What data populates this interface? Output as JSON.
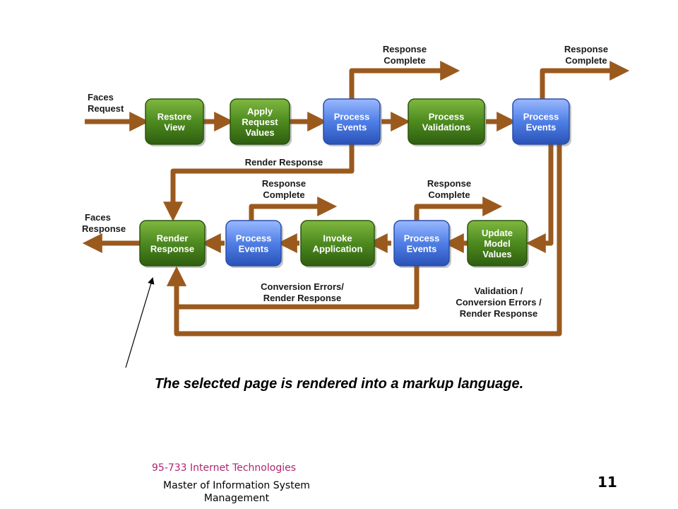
{
  "diagram": {
    "boxes": [
      {
        "id": "restore-view",
        "lines": [
          "Restore",
          "View"
        ],
        "color": "green"
      },
      {
        "id": "apply-request-values",
        "lines": [
          "Apply",
          "Request",
          "Values"
        ],
        "color": "green"
      },
      {
        "id": "process-events-1",
        "lines": [
          "Process",
          "Events"
        ],
        "color": "blue"
      },
      {
        "id": "process-validations",
        "lines": [
          "Process",
          "Validations"
        ],
        "color": "green"
      },
      {
        "id": "process-events-2",
        "lines": [
          "Process",
          "Events"
        ],
        "color": "blue"
      },
      {
        "id": "render-response",
        "lines": [
          "Render",
          "Response"
        ],
        "color": "green"
      },
      {
        "id": "process-events-3",
        "lines": [
          "Process",
          "Events"
        ],
        "color": "blue"
      },
      {
        "id": "invoke-application",
        "lines": [
          "Invoke",
          "Application"
        ],
        "color": "green"
      },
      {
        "id": "process-events-4",
        "lines": [
          "Process",
          "Events"
        ],
        "color": "blue"
      },
      {
        "id": "update-model-values",
        "lines": [
          "Update",
          "Model",
          "Values"
        ],
        "color": "green"
      }
    ],
    "labels": {
      "faces_request": [
        "Faces",
        "Request"
      ],
      "faces_response": [
        "Faces",
        "Response"
      ],
      "response_complete": [
        "Response",
        "Complete"
      ],
      "render_response": "Render Response",
      "conversion_errors": [
        "Conversion Errors/",
        "Render Response"
      ],
      "validation_errors": [
        "Validation /",
        "Conversion Errors /",
        "Render Response"
      ]
    },
    "colors": {
      "arrow": "#9a5a1e",
      "green": "#4d8a1f",
      "blue": "#4f7fe6"
    }
  },
  "caption": "The selected page is rendered into a markup language.",
  "footer": {
    "course": "95-733 Internet Technologies",
    "program": "Master of Information System Management",
    "page_number": "11"
  }
}
